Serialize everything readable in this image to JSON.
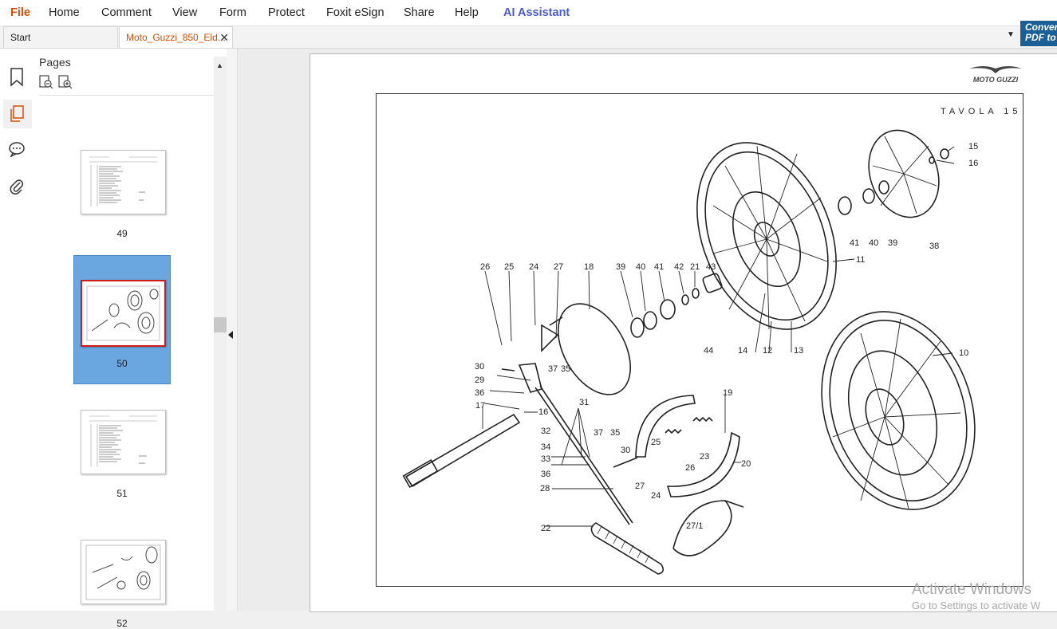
{
  "menu": {
    "items": [
      "File",
      "Home",
      "Comment",
      "View",
      "Form",
      "Protect",
      "Foxit eSign",
      "Share",
      "Help",
      "AI Assistant"
    ]
  },
  "tabs": {
    "start_label": "Start",
    "doc_label": "Moto_Guzzi_850_Eld...",
    "convert_label_1": "Conver",
    "convert_label_2": "PDF to"
  },
  "pages_panel": {
    "title": "Pages",
    "thumbnails": [
      {
        "page": "49",
        "selected": false
      },
      {
        "page": "50",
        "selected": true
      },
      {
        "page": "51",
        "selected": false
      },
      {
        "page": "52",
        "selected": false
      }
    ]
  },
  "document": {
    "brand": "MOTO GUZZI",
    "plate_title": "TAVOLA 15",
    "part_labels": [
      "26",
      "25",
      "24",
      "27",
      "18",
      "39",
      "40",
      "41",
      "42",
      "21",
      "43",
      "30",
      "29",
      "36",
      "17",
      "37",
      "35",
      "16",
      "31",
      "32",
      "34",
      "33",
      "36",
      "28",
      "22",
      "37",
      "35",
      "30",
      "25",
      "27",
      "24",
      "26",
      "19",
      "23",
      "20",
      "27/1",
      "44",
      "14",
      "12",
      "13",
      "11",
      "41",
      "40",
      "39",
      "38",
      "15",
      "16",
      "10"
    ]
  },
  "watermark": {
    "line1": "Activate Windows",
    "line2": "Go to Settings to activate W"
  }
}
